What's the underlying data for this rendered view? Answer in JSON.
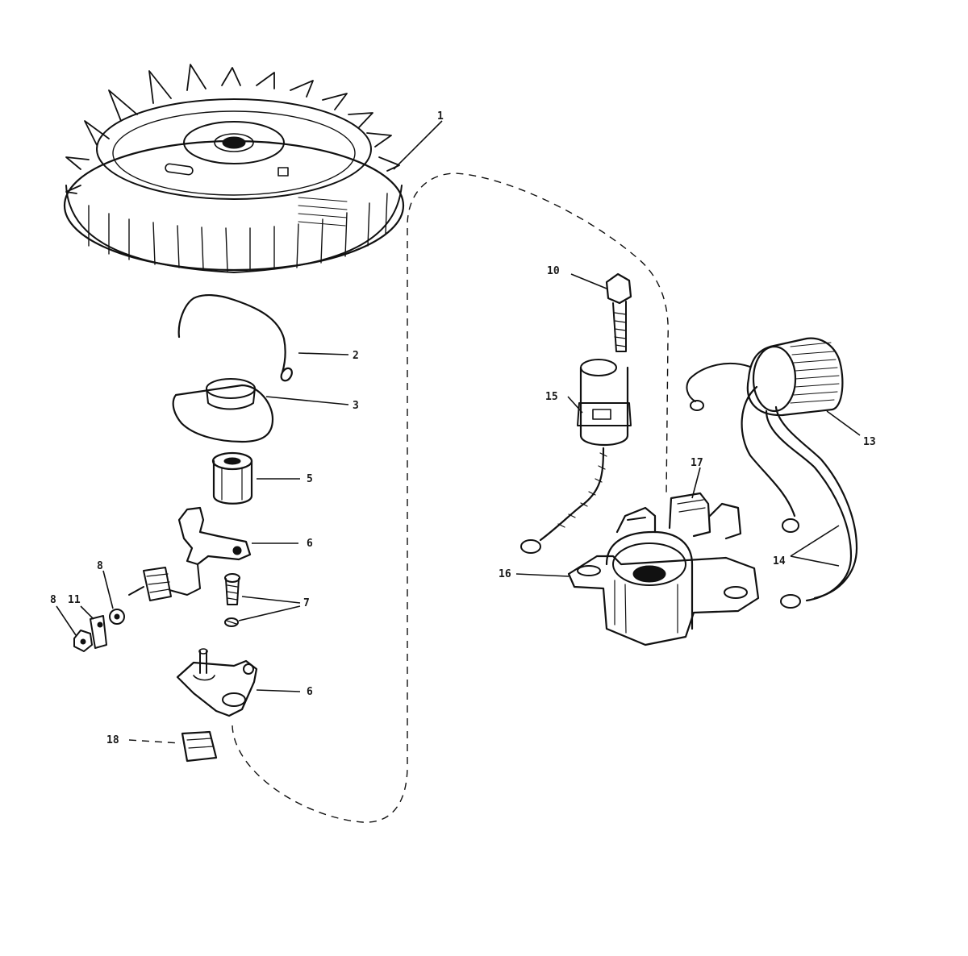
{
  "colors": {
    "background": "#ffffff",
    "ink": "#111111",
    "part_shade": "#d9d9d9"
  },
  "callouts": [
    {
      "id": "c1",
      "label": "1"
    },
    {
      "id": "c2",
      "label": "2"
    },
    {
      "id": "c3",
      "label": "3"
    },
    {
      "id": "c5",
      "label": "5"
    },
    {
      "id": "c6a",
      "label": "6"
    },
    {
      "id": "c7",
      "label": "7"
    },
    {
      "id": "c8a",
      "label": "8"
    },
    {
      "id": "c8b",
      "label": "8"
    },
    {
      "id": "c11",
      "label": "11"
    },
    {
      "id": "c6b",
      "label": "6"
    },
    {
      "id": "c18",
      "label": "18"
    },
    {
      "id": "c10",
      "label": "10"
    },
    {
      "id": "c15",
      "label": "15"
    },
    {
      "id": "c13",
      "label": "13"
    },
    {
      "id": "c17",
      "label": "17"
    },
    {
      "id": "c16",
      "label": "16"
    },
    {
      "id": "c14",
      "label": "14"
    }
  ]
}
